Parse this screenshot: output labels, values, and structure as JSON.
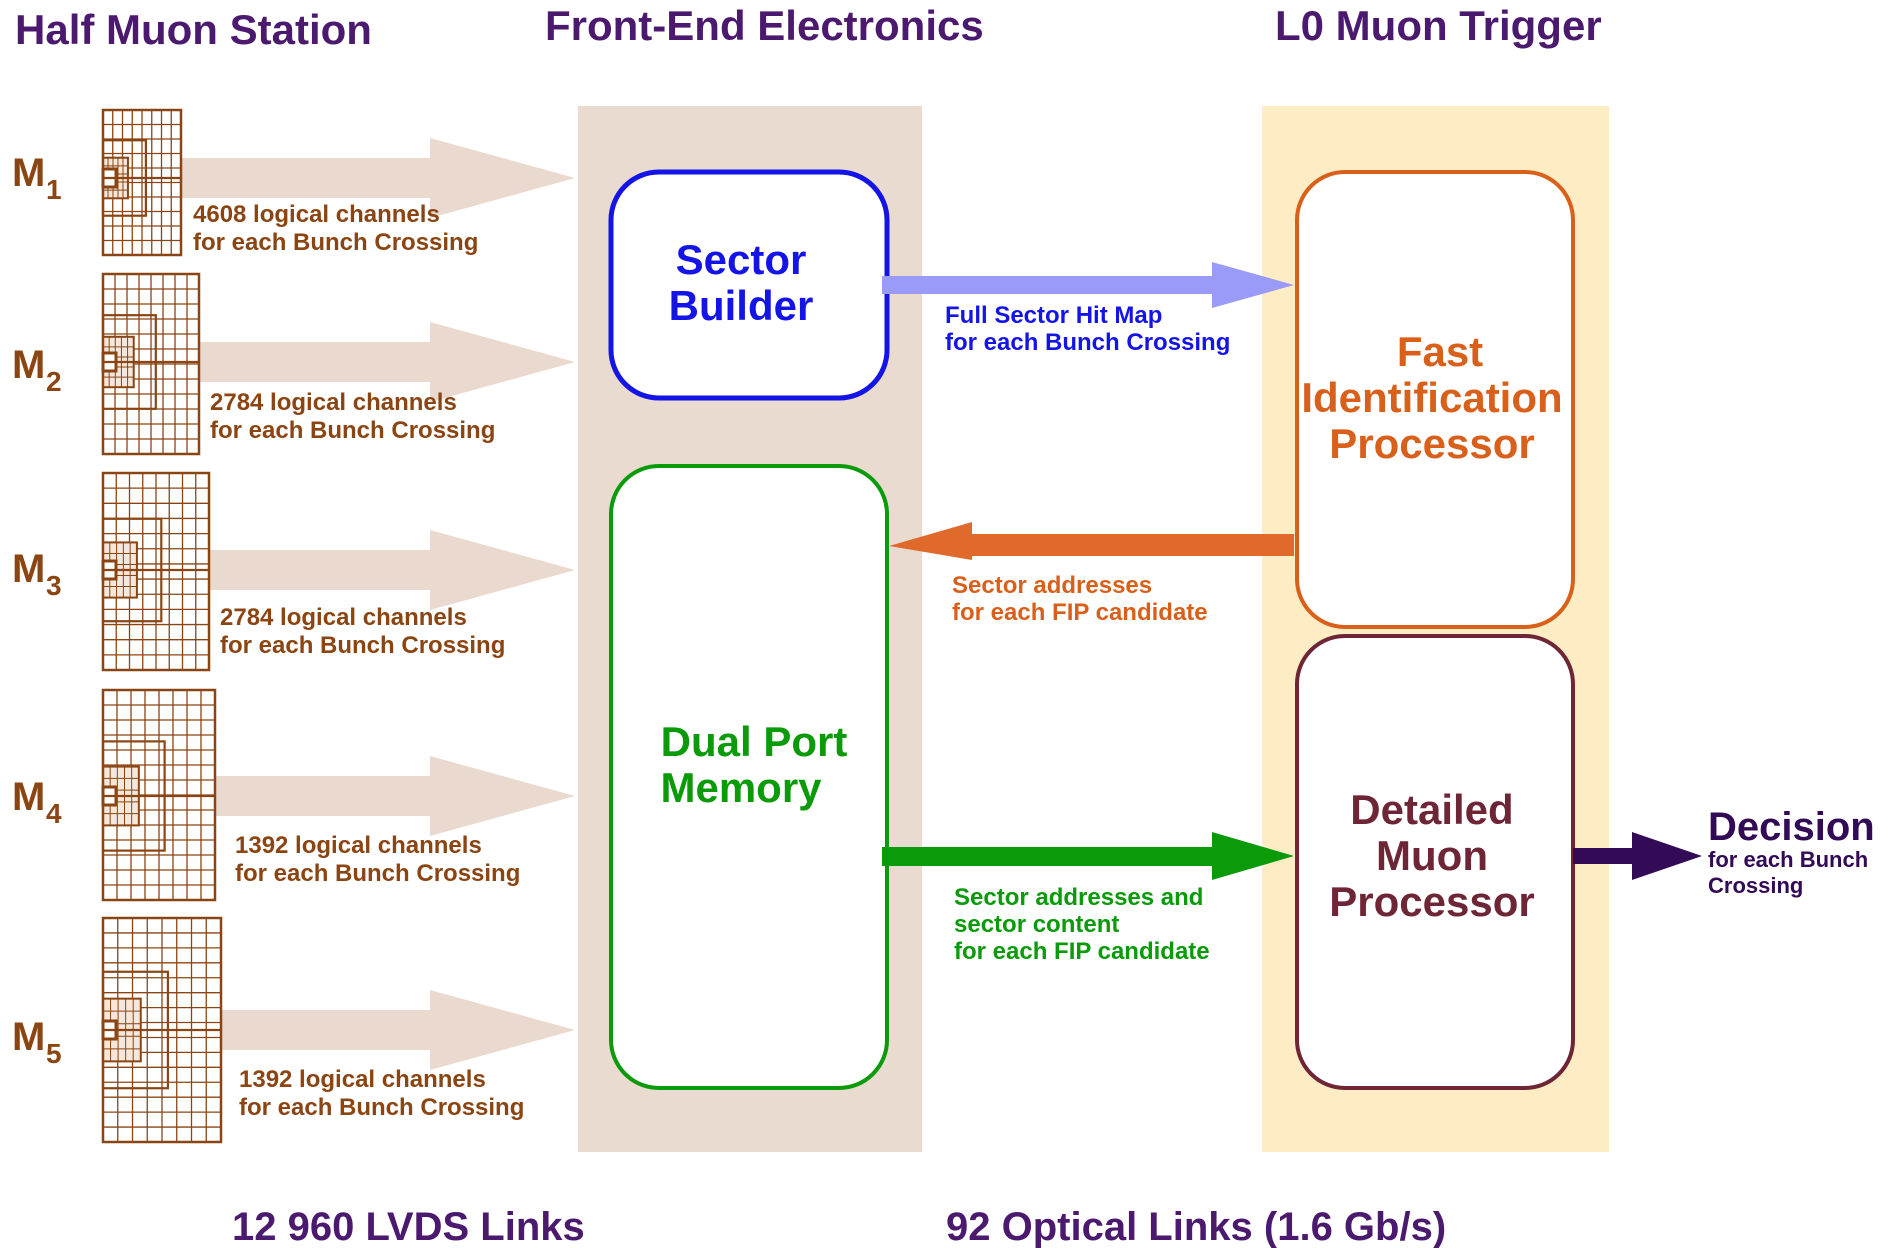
{
  "headers": {
    "station": "Half Muon Station",
    "frontend": "Front-End Electronics",
    "trigger": "L0 Muon Trigger"
  },
  "stations": [
    {
      "label": "M",
      "sub": "1",
      "channels": "4608 logical channels",
      "per": "for each Bunch Crossing"
    },
    {
      "label": "M",
      "sub": "2",
      "channels": "2784 logical channels",
      "per": "for each Bunch Crossing"
    },
    {
      "label": "M",
      "sub": "3",
      "channels": "2784 logical channels",
      "per": "for each Bunch Crossing"
    },
    {
      "label": "M",
      "sub": "4",
      "channels": "1392 logical channels",
      "per": "for each Bunch Crossing"
    },
    {
      "label": "M",
      "sub": "5",
      "channels": "1392 logical channels",
      "per": "for each Bunch Crossing"
    }
  ],
  "blocks": {
    "sector_builder": [
      "Sector",
      "Builder"
    ],
    "dual_port_memory": [
      "Dual Port",
      "Memory"
    ],
    "fip": [
      "Fast",
      "Identification",
      "Processor"
    ],
    "dmp": [
      "Detailed",
      "Muon",
      "Processor"
    ]
  },
  "links": {
    "hit_map": [
      "Full Sector Hit Map",
      "for each Bunch Crossing"
    ],
    "sector_addresses": [
      "Sector addresses",
      "for each FIP candidate"
    ],
    "sector_content": [
      "Sector addresses and",
      "sector content",
      "for each FIP candidate"
    ]
  },
  "decision": {
    "title": "Decision",
    "sub": [
      "for each Bunch",
      "Crossing"
    ]
  },
  "footer": {
    "lvds": "12 960 LVDS Links",
    "optical": "92 Optical Links (1.6 Gb/s)"
  },
  "colors": {
    "header": "#4b1a6e",
    "station": "#8b4513",
    "station_arrow": "#ead9cf",
    "frontend_bg": "#eadbd0",
    "trigger_bg": "#fdecc4",
    "sector_builder": "#1414e6",
    "hit_map_arrow": "#9a9af8",
    "dual_port": "#0a9a0a",
    "fip": "#d8601a",
    "dmp": "#6e2535",
    "decision": "#330a55"
  }
}
